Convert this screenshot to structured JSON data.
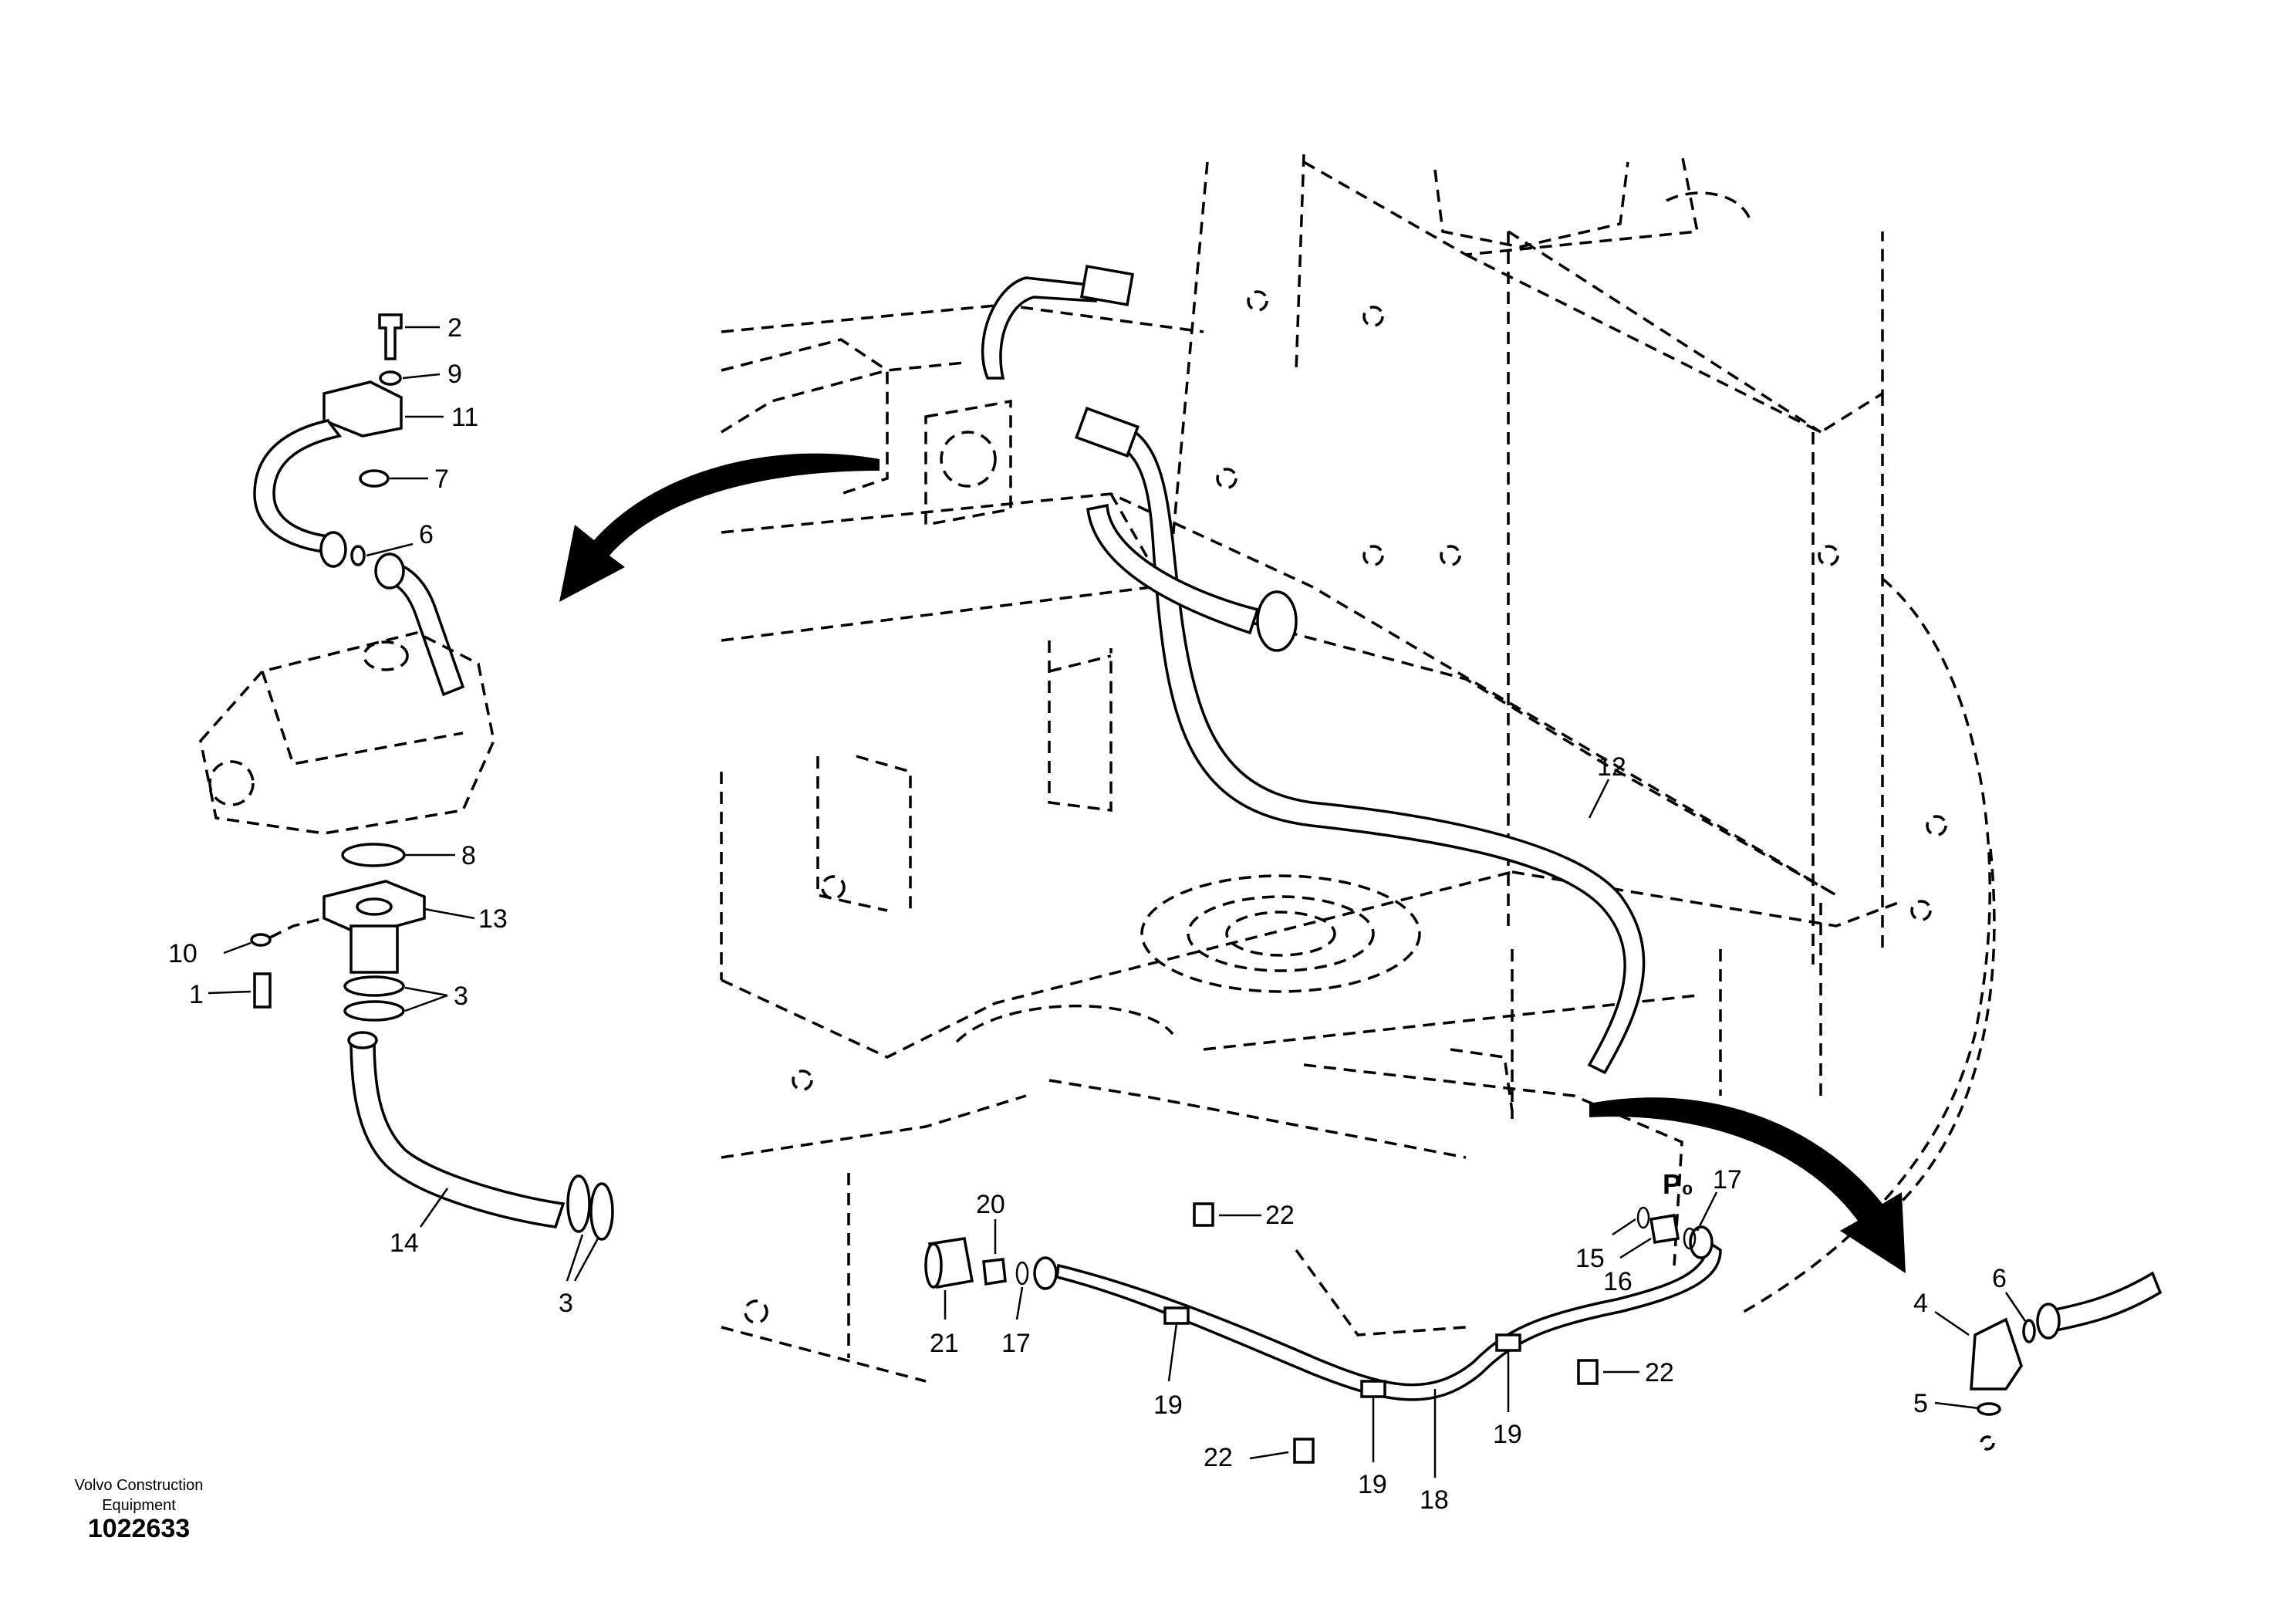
{
  "footer": {
    "brand_line1": "Volvo Construction",
    "brand_line2": "Equipment",
    "image_id": "1022633"
  },
  "callouts": {
    "c2": "2",
    "c9": "9",
    "c11": "11",
    "c7": "7",
    "c6_left": "6",
    "c8": "8",
    "c13": "13",
    "c10": "10",
    "c1": "1",
    "c3_upper": "3",
    "c14": "14",
    "c3_lower": "3",
    "c12": "12",
    "c20": "20",
    "c21": "21",
    "c17_left": "17",
    "c22_top": "22",
    "c19_left": "19",
    "c22_bottom": "22",
    "c19_mid": "19",
    "c18": "18",
    "c19_right": "19",
    "c22_right": "22",
    "c15": "15",
    "c16": "16",
    "c17_right": "17",
    "c6_right": "6",
    "c4": "4",
    "c5": "5",
    "pilot_port_label": "P₀"
  }
}
